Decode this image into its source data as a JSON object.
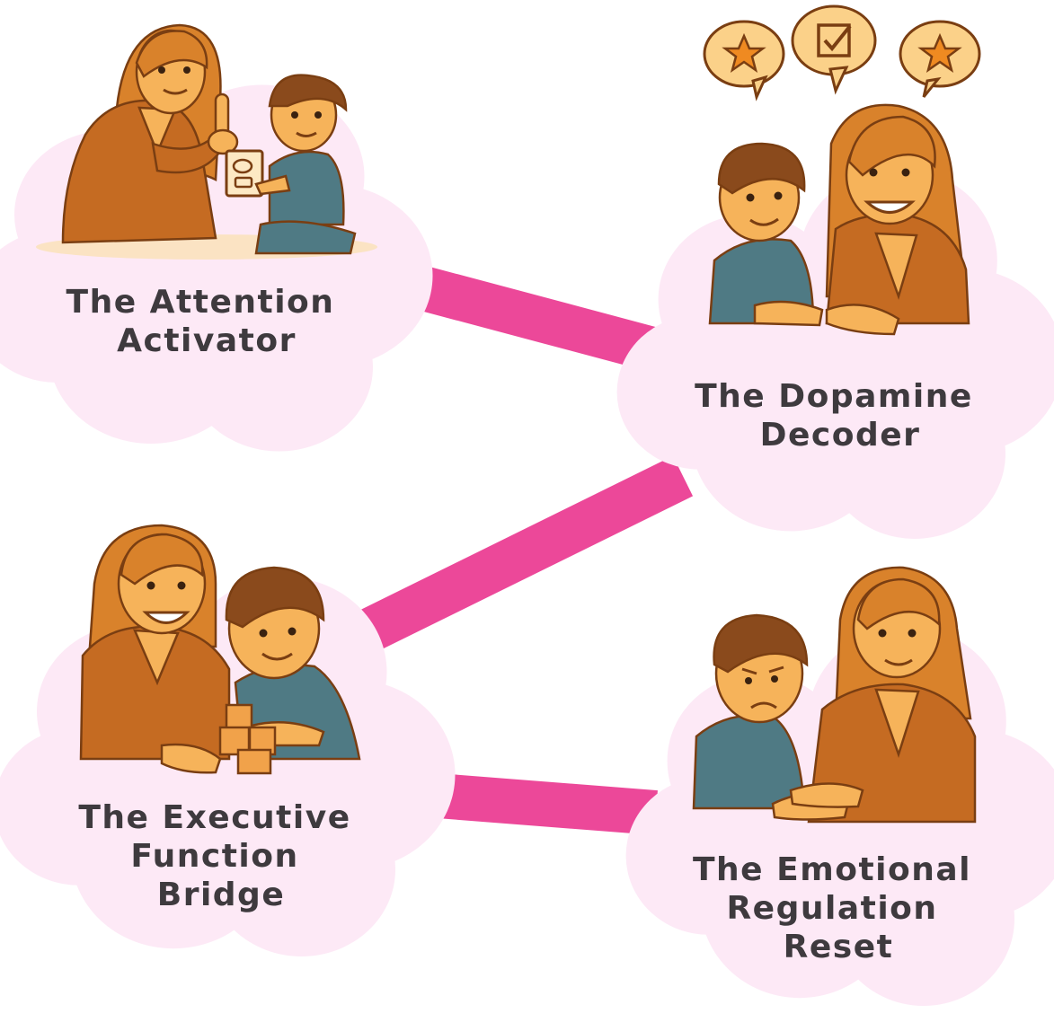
{
  "colors": {
    "connector": "#ec4899",
    "cloud": "#fde9f6",
    "label": "#3e3a3e",
    "hair": "#d9822b",
    "skin": "#f6b35a",
    "jacket": "#c56b22",
    "shirt_child": "#4f7a84",
    "outline": "#7a3e12",
    "bubble": "#fbd189",
    "star": "#ef8a21"
  },
  "nodes": [
    {
      "id": "attention",
      "label_lines": [
        "The Attention",
        "Activator"
      ],
      "illustration": "teacher-pointing-with-child-holding-card"
    },
    {
      "id": "dopamine",
      "label_lines": [
        "The Dopamine",
        "Decoder"
      ],
      "illustration": "teacher-and-child-smiling-with-reward-bubbles"
    },
    {
      "id": "executive",
      "label_lines": [
        "The Executive",
        "Function",
        "Bridge"
      ],
      "illustration": "teacher-and-child-stacking-blocks"
    },
    {
      "id": "emotional",
      "label_lines": [
        "The Emotional",
        "Regulation",
        "Reset"
      ],
      "illustration": "teacher-comforting-sad-child"
    }
  ],
  "connections": [
    {
      "from": "attention",
      "to": "dopamine"
    },
    {
      "from": "executive",
      "to": "dopamine"
    },
    {
      "from": "executive",
      "to": "emotional"
    }
  ],
  "reward_bubbles": [
    {
      "icon": "star-icon"
    },
    {
      "icon": "checkbox-icon"
    },
    {
      "icon": "star-icon"
    }
  ]
}
